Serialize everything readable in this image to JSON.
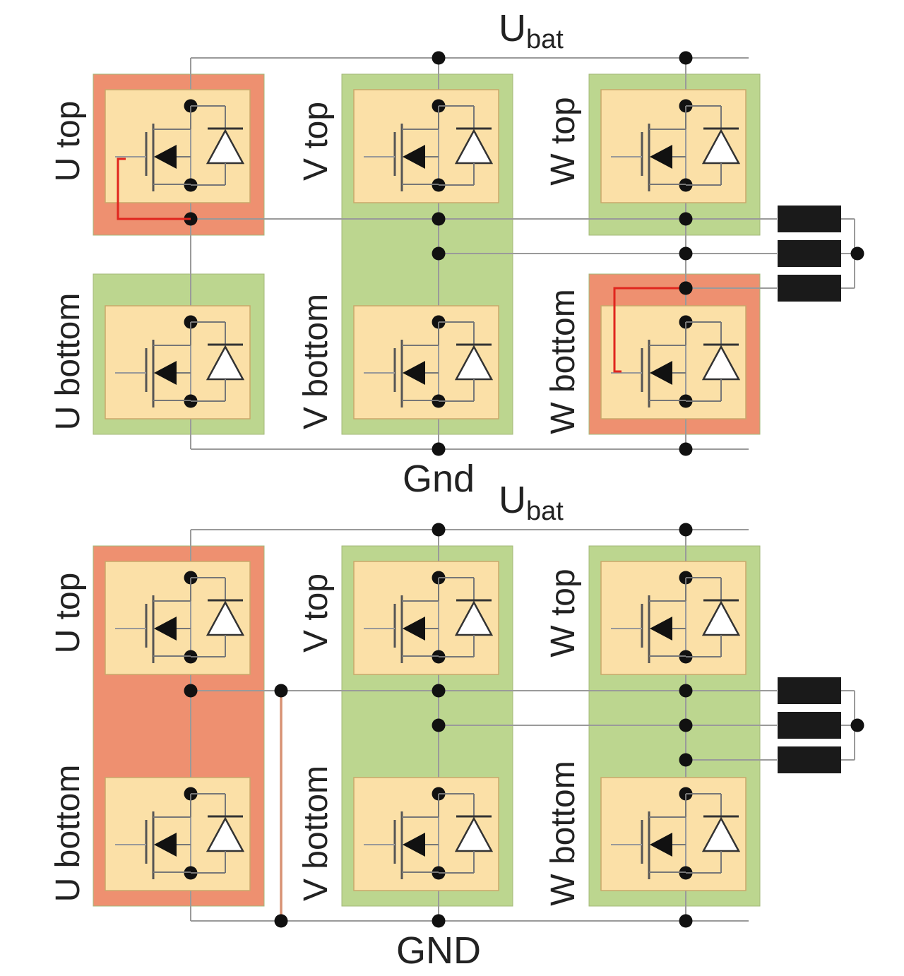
{
  "colors": {
    "fault": "#ee9070",
    "ok": "#bcd68f",
    "module": "#fbe0a7",
    "wire": "#9a9a9a",
    "fault_path": "#e0261e",
    "short_wire": "#d89274",
    "node": "#111111",
    "coil": "#1a1a1a"
  },
  "icons": [
    "mosfet-icon",
    "diode-icon",
    "coil-icon",
    "junction-dot-icon"
  ],
  "diagrams": [
    {
      "supply": {
        "main": "U",
        "subscript": "bat"
      },
      "ground": "Gnd",
      "legs": [
        {
          "top": "U top",
          "bottom": "U bottom",
          "top_state": "fault",
          "bottom_state": "ok",
          "merged": false
        },
        {
          "top": "V top",
          "bottom": "V bottom",
          "top_state": "ok",
          "bottom_state": "ok",
          "merged": true
        },
        {
          "top": "W top",
          "bottom": "W bottom",
          "top_state": "ok",
          "bottom_state": "fault",
          "merged": false
        }
      ]
    },
    {
      "supply": {
        "main": "U",
        "subscript": "bat"
      },
      "ground": "GND",
      "legs": [
        {
          "top": "U top",
          "bottom": "U bottom",
          "top_state": "fault",
          "bottom_state": "fault",
          "merged": true
        },
        {
          "top": "V top",
          "bottom": "V bottom",
          "top_state": "ok",
          "bottom_state": "ok",
          "merged": true
        },
        {
          "top": "W top",
          "bottom": "W bottom",
          "top_state": "ok",
          "bottom_state": "ok",
          "merged": true
        }
      ]
    }
  ]
}
